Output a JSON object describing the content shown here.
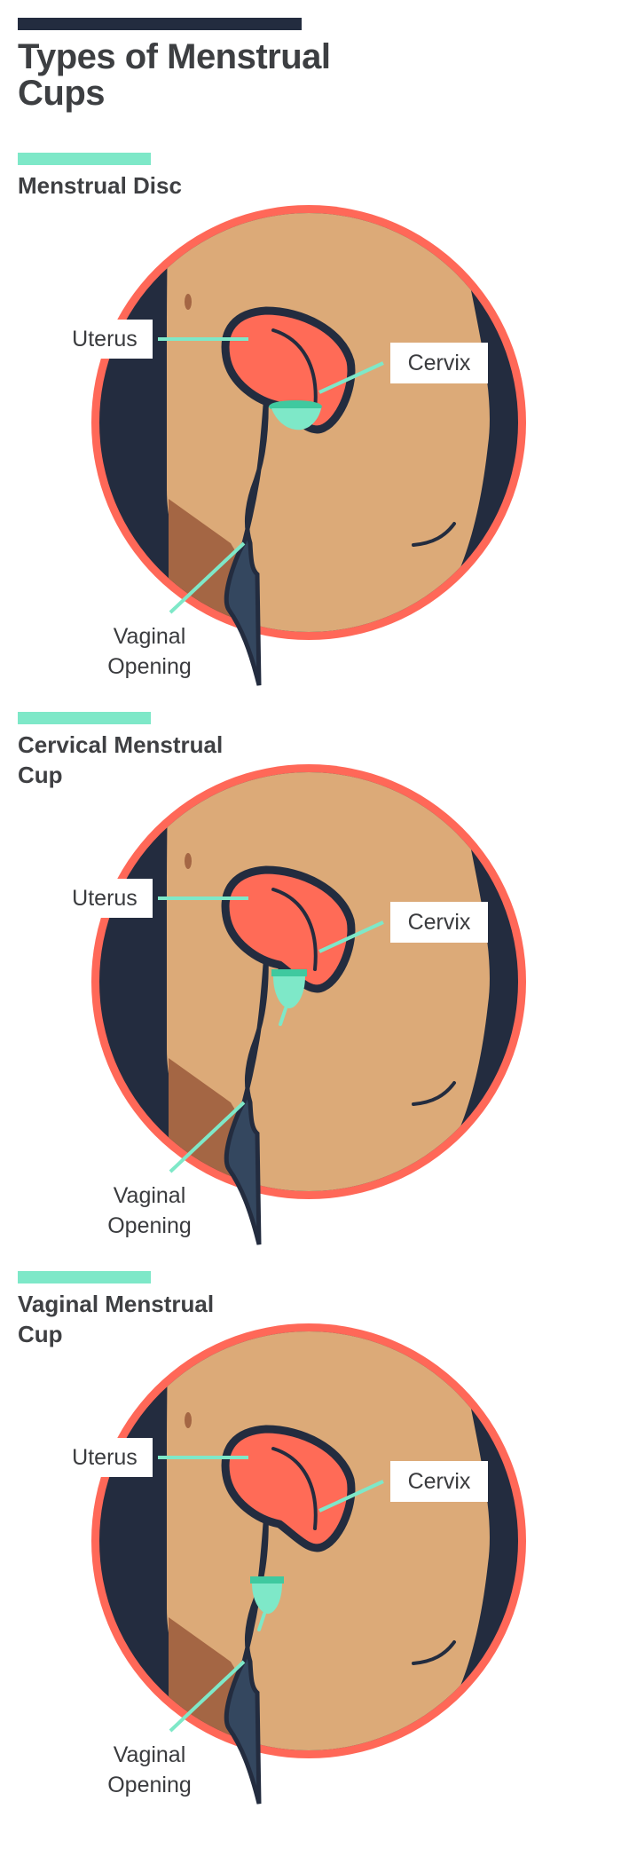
{
  "title": "Types of Menstrual Cups",
  "colors": {
    "dark": "#232c3f",
    "accent": "#7ee8c8",
    "ring": "#ff6858",
    "skin": "#dcaa78",
    "uterus": "#ff6b57",
    "canal": "#34475f"
  },
  "sections": [
    {
      "title": "Menstrual Disc",
      "labels": {
        "uterus": "Uterus",
        "cervix": "Cervix",
        "vaginal": "Vaginal Opening"
      }
    },
    {
      "title": "Cervical Menstrual Cup",
      "labels": {
        "uterus": "Uterus",
        "cervix": "Cervix",
        "vaginal": "Vaginal Opening"
      }
    },
    {
      "title": "Vaginal Menstrual Cup",
      "labels": {
        "uterus": "Uterus",
        "cervix": "Cervix",
        "vaginal": "Vaginal Opening"
      }
    }
  ]
}
